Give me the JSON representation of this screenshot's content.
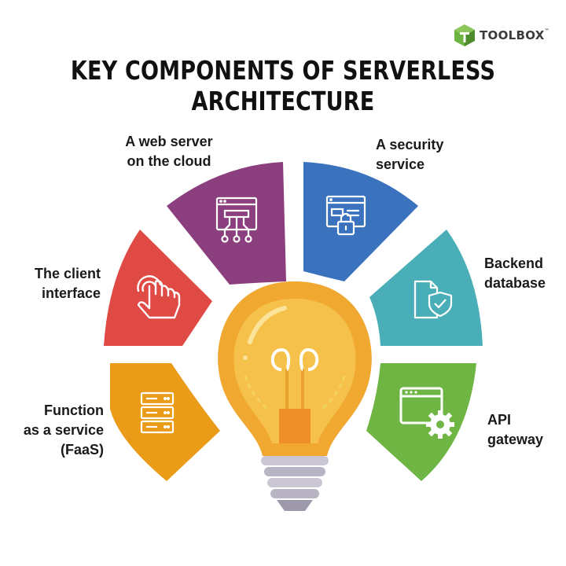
{
  "brand": {
    "name": "TOOLBOX",
    "trademark": "™"
  },
  "title": "KEY COMPONENTS OF SERVERLESS ARCHITECTURE",
  "components": {
    "web_server": {
      "line1": "A web server",
      "line2": "on the cloud",
      "color": "#8b3f7e",
      "icon": "web-server-icon"
    },
    "security": {
      "line1": "A security",
      "line2": "service",
      "color": "#3a72be",
      "icon": "security-lock-icon"
    },
    "client": {
      "line1": "The client",
      "line2": "interface",
      "color": "#e04a45",
      "icon": "touch-hand-icon"
    },
    "backend": {
      "line1": "Backend",
      "line2": "database",
      "color": "#4aaeb8",
      "icon": "database-document-icon"
    },
    "faas": {
      "line1": "Function",
      "line2": "as a service",
      "line3": "(FaaS)",
      "color": "#ea9b17",
      "icon": "server-stack-icon"
    },
    "api": {
      "line1": "API",
      "line2": "gateway",
      "color": "#6fb544",
      "icon": "browser-gear-icon"
    }
  },
  "colors": {
    "bulb_outer": "#f0a830",
    "bulb_inner": "#f6c14a",
    "bulb_base": "#b9b4c3",
    "logo_green": "#6db33f"
  }
}
